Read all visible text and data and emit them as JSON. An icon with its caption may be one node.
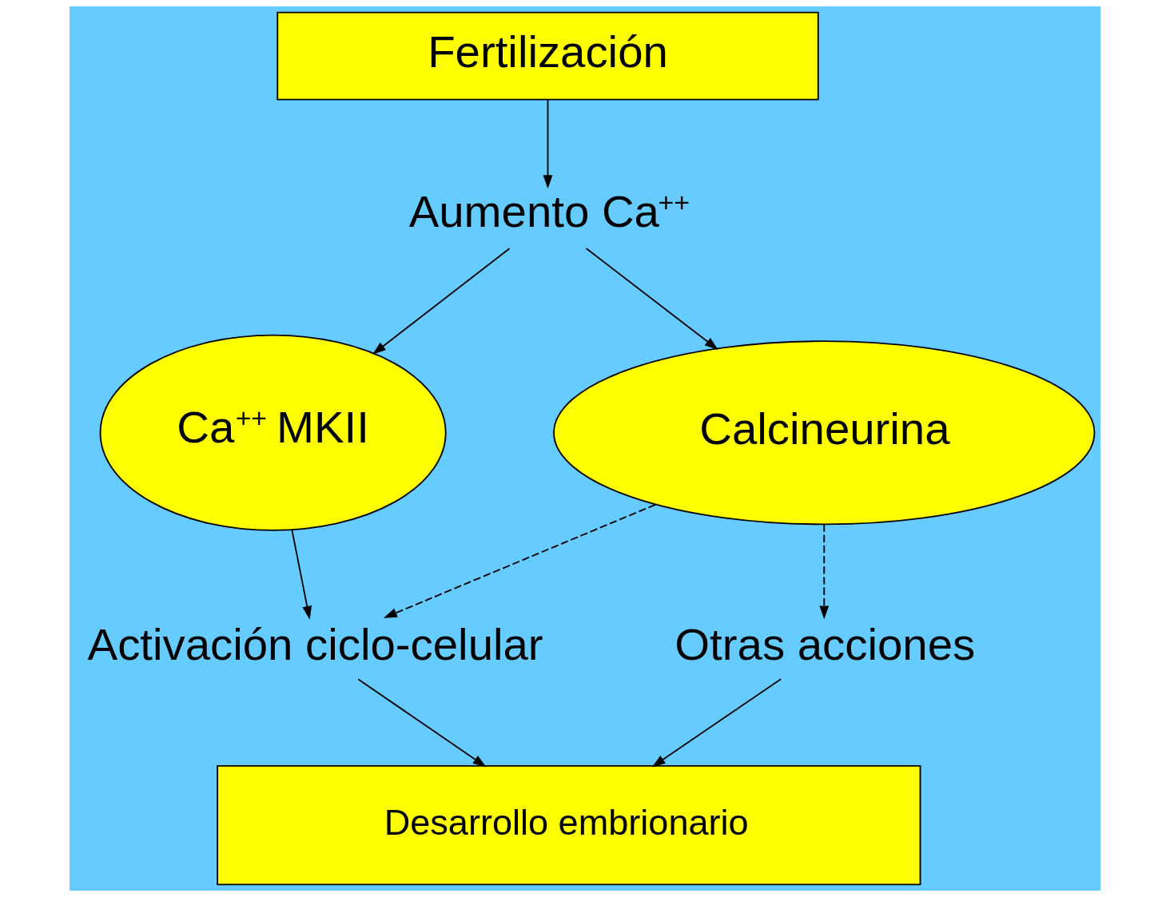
{
  "diagram": {
    "nodes": [
      {
        "text": [
          "Fertilización"
        ]
      },
      {
        "text": [
          "Aumento Ca$^{++}$"
        ]
      },
      {
        "text": [
          "Ca$^{++}$ MKII"
        ]
      },
      {
        "text": [
          "Calcineurina"
        ]
      },
      {
        "text": [
          "Activación ciclo-celular"
        ]
      },
      {
        "text": [
          "Otras acciones"
        ]
      },
      {
        "text": [
          "Desarrollo embrionario"
        ]
      }
    ],
    "edges": [
      {
        "from": 0,
        "to": 1,
        "arrow": "to"
      },
      {
        "from": 1,
        "to": 2,
        "arrow": "to"
      },
      {
        "from": 1,
        "to": 3,
        "arrow": "to"
      },
      {
        "from": 2,
        "to": 4,
        "arrow": "to"
      },
      {
        "from": 3,
        "to": 4,
        "arrow": "to",
        "style": "dashed"
      },
      {
        "from": 3,
        "to": 5,
        "arrow": "to",
        "style": "dashed"
      },
      {
        "from": 4,
        "to": 6,
        "arrow": "to"
      },
      {
        "from": 5,
        "to": 6,
        "arrow": "to"
      }
    ]
  }
}
